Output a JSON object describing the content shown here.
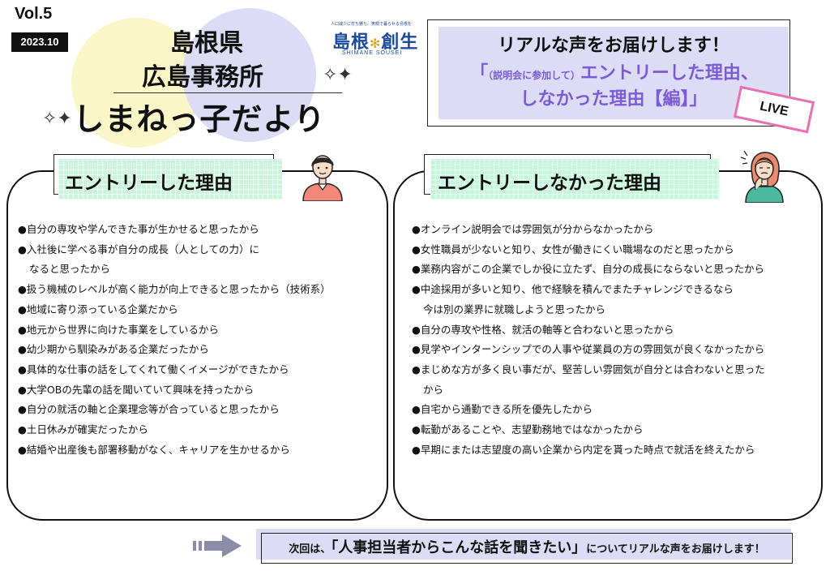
{
  "header": {
    "vol": "Vol.5",
    "date": "2023.10",
    "title_line1": "島根県",
    "title_line2": "広島事務所",
    "title_line3": "しまねっ子だより"
  },
  "logo": {
    "tagline": "人口減少に打ち勝ち、笑顔で暮らせる島根をつくる",
    "name_part1": "島根",
    "name_part2": "創生",
    "sub": "SHIMANE SOUSEI"
  },
  "banner": {
    "line1": "リアルな声をお届けします！",
    "line2_open": "「",
    "line2_small": "（説明会に参加して）",
    "line2_main": "エントリーした理由、",
    "line3": "しなかった理由【編】」",
    "live": "LIVE"
  },
  "left_panel": {
    "heading": "エントリーした理由",
    "items": [
      {
        "text": "●自分の専攻や学んできた事が生かせると思ったから",
        "cont": false
      },
      {
        "text": "●入社後に学べる事が自分の成長（人としての力）に",
        "cont": false
      },
      {
        "text": "なると思ったから",
        "cont": true
      },
      {
        "text": "●扱う機械のレベルが高く能力が向上できると思ったから（技術系）",
        "cont": false
      },
      {
        "text": "●地域に寄り添っている企業だから",
        "cont": false
      },
      {
        "text": "●地元から世界に向けた事業をしているから",
        "cont": false
      },
      {
        "text": "●幼少期から馴染みがある企業だったから",
        "cont": false
      },
      {
        "text": "●具体的な仕事の話をしてくれて働くイメージができたから",
        "cont": false
      },
      {
        "text": "●大学OBの先輩の話を聞いていて興味を持ったから",
        "cont": false
      },
      {
        "text": "●自分の就活の軸と企業理念等が合っていると思ったから",
        "cont": false
      },
      {
        "text": "●土日休みが確実だったから",
        "cont": false
      },
      {
        "text": "●結婚や出産後も部署移動がなく、キャリアを生かせるから",
        "cont": false
      }
    ]
  },
  "right_panel": {
    "heading": "エントリーしなかった理由",
    "items": [
      {
        "text": "●オンライン説明会では雰囲気が分からなかったから",
        "cont": false
      },
      {
        "text": "●女性職員が少ないと知り、女性が働きにくい職場なのだと思ったから",
        "cont": false
      },
      {
        "text": "●業務内容がこの企業でしか役に立たず、自分の成長にならないと思ったから",
        "cont": false
      },
      {
        "text": "●中途採用が多いと知り、他で経験を積んでまたチャレンジできるなら",
        "cont": false
      },
      {
        "text": "今は別の業界に就職しようと思ったから",
        "cont": true
      },
      {
        "text": "●自分の専攻や性格、就活の軸等と合わないと思ったから",
        "cont": false
      },
      {
        "text": "●見学やインターンシップでの人事や従業員の方の雰囲気が良くなかったから",
        "cont": false
      },
      {
        "text": "●まじめな方が多く良い事だが、堅苦しい雰囲気が自分とは合わないと思った",
        "cont": false
      },
      {
        "text": "から",
        "cont": true
      },
      {
        "text": "●自宅から通勤できる所を優先したから",
        "cont": false
      },
      {
        "text": "●転勤があることや、志望勤務地ではなかったから",
        "cont": false
      },
      {
        "text": "●早期にまたは志望度の高い企業から内定を貰った時点で就活を終えたから",
        "cont": false
      }
    ]
  },
  "footer": {
    "prefix": "次回は、",
    "highlight": "「人事担当者からこんな話を聞きたい」",
    "suffix": "についてリアルな声をお届けします！"
  },
  "colors": {
    "lavender": "#dcdcf6",
    "yellow": "#fbf6c8",
    "mint": "#c9f5dd",
    "purple_text": "#7b5bd6",
    "pink_badge": "#ea6fb0",
    "logo_blue": "#1b4aa0"
  }
}
